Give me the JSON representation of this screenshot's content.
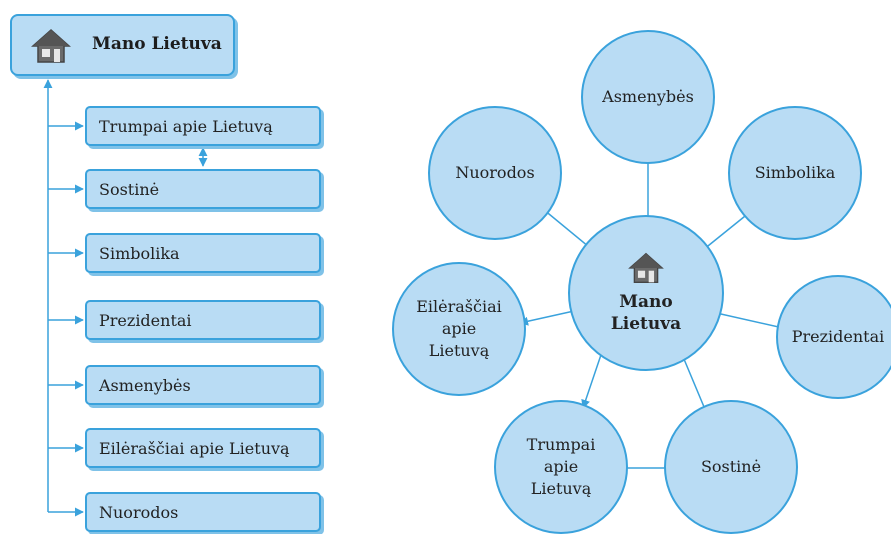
{
  "hierarchy": {
    "root_label": "Mano Lietuva",
    "items": [
      {
        "label": "Trumpai apie Lietuvą"
      },
      {
        "label": "Sostinė"
      },
      {
        "label": "Simbolika"
      },
      {
        "label": "Prezidentai"
      },
      {
        "label": "Asmenybės"
      },
      {
        "label": "Eilėraščiai apie Lietuvą"
      },
      {
        "label": "Nuorodos"
      }
    ]
  },
  "mindmap": {
    "center_label_line1": "Mano",
    "center_label_line2": "Lietuva",
    "nodes": {
      "asmenybes": "Asmenybės",
      "nuorodos": "Nuorodos",
      "simbolika": "Simbolika",
      "eilerasciai_line1": "Eilėraščiai",
      "eilerasciai_line2": "apie",
      "eilerasciai_line3": "Lietuvą",
      "prezidentai": "Prezidentai",
      "trumpai_line1": "Trumpai",
      "trumpai_line2": "apie",
      "trumpai_line3": "Lietuvą",
      "sostine": "Sostinė"
    }
  },
  "colors": {
    "fill": "#b9dcf4",
    "stroke": "#3aa2dc",
    "shadow": "#7fc2e8",
    "arrow": "#3aa2dc"
  },
  "icons": {
    "home": "house-icon"
  }
}
